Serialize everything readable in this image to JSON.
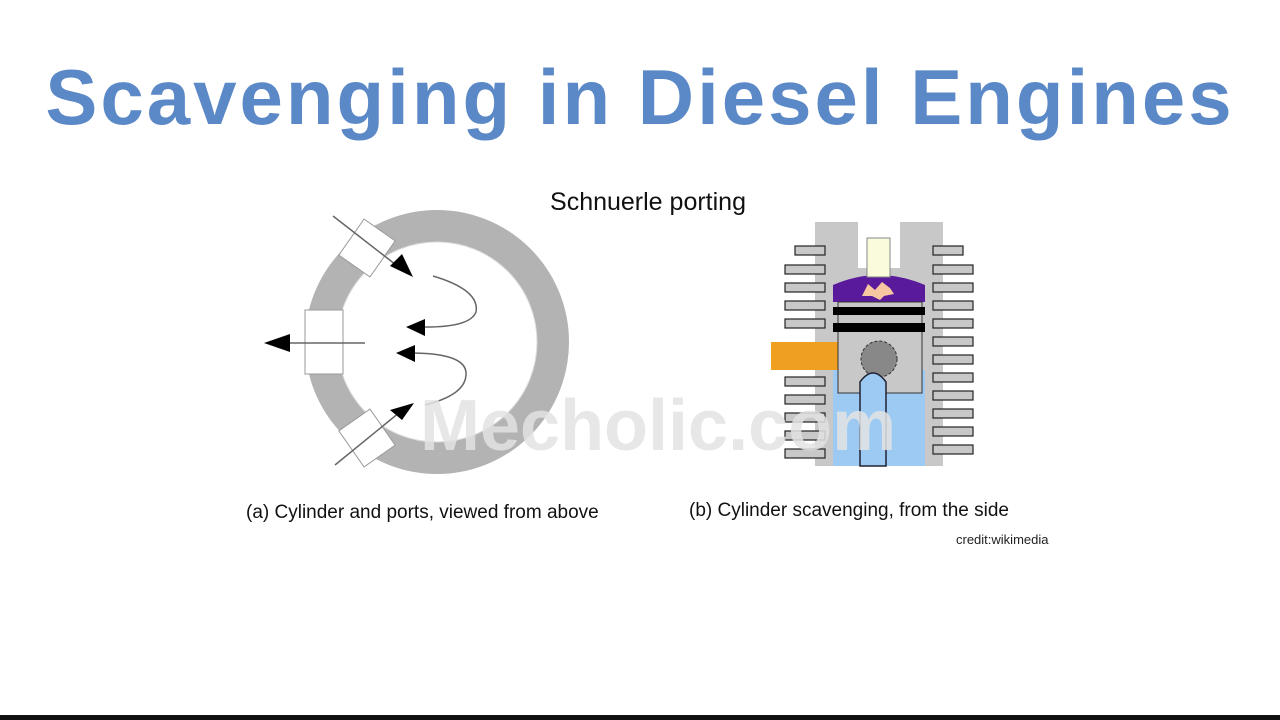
{
  "slide": {
    "title": "Scavenging in Diesel Engines",
    "subtitle": "Schnuerle porting",
    "caption_a": "(a) Cylinder and ports, viewed from above",
    "caption_b": "(b) Cylinder scavenging, from the side",
    "credit": "credit:wikimedia",
    "watermark": "Mecholic.com"
  },
  "colors": {
    "title": "#5b88c6",
    "cylinder_wall": "#b3b3b3",
    "combustion_chamber": "#5a1a9c",
    "intake_port": "#f0a020",
    "fresh_charge": "#9ccaf2",
    "spark_plug": "#fafadc"
  }
}
